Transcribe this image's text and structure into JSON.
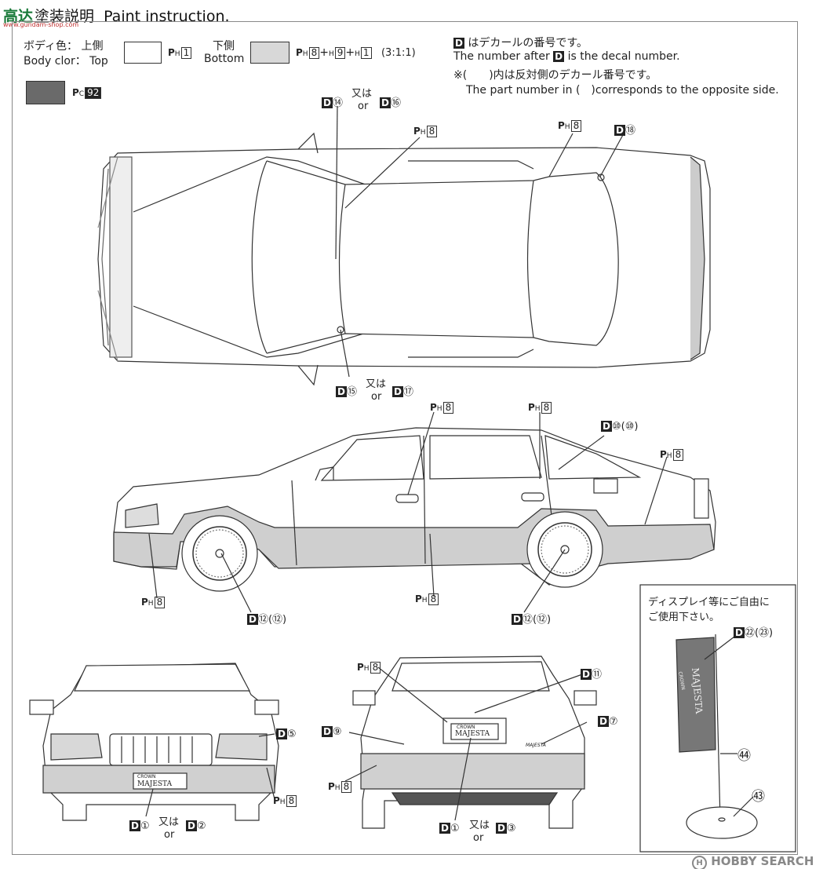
{
  "header": {
    "logo_text": "高达",
    "logo_domain": "www.gundam-shop.com",
    "title_jp": "塗装説明",
    "title_en": "Paint instruction."
  },
  "legend": {
    "body_color_jp": "ボディ色：",
    "top_jp": "上側",
    "body_color_en": "Body clor：",
    "top_en": "Top",
    "top_paint": "1",
    "bottom_jp": "下側",
    "bottom_en": "Bottom",
    "bottom_mix": [
      "8",
      "9",
      "1"
    ],
    "bottom_ratio": "(3:1:1)",
    "dark_paint": "92",
    "swatch_top_color": "#ffffff",
    "swatch_bottom_color": "#d8d8d8",
    "swatch_dark_color": "#6a6a6a"
  },
  "decal_note": {
    "line1": "はデカールの番号です。",
    "line2_a": "The number after",
    "line2_b": "is the decal number.",
    "line3": "※(　　)内は反対側のデカール番号です。",
    "line4": "The part number in (　)corresponds to the opposite side."
  },
  "prefixes": {
    "decal": "D",
    "paint_h": "P",
    "h_sub": "H",
    "c_sub": "C"
  },
  "labels": {
    "top_d14": "⑭",
    "or_jp": "又は",
    "or_en": "or",
    "top_d16": "⑯",
    "top_h8a": "8",
    "top_h8b": "8",
    "top_d18": "⑱",
    "top_d15": "⑮",
    "top_d17": "⑰",
    "side_h8a": "8",
    "side_h8b": "8",
    "side_d10": "⑩(⑩)",
    "side_h8c": "8",
    "side_h8d": "8",
    "side_h8e": "8",
    "side_d12a": "⑫(⑫)",
    "side_d12b": "⑫(⑫)",
    "front_d5": "⑤",
    "front_h8": "8",
    "front_d1": "①",
    "front_d2": "②",
    "rear_h8a": "8",
    "rear_d11": "⑪",
    "rear_d9": "⑨",
    "rear_d7": "⑦",
    "rear_h8b": "8",
    "rear_d1": "①",
    "rear_d3": "③"
  },
  "flag_box": {
    "note_line1": "ディスプレイ等にご自由に",
    "note_line2": "ご使用下さい。",
    "decal": "㉒(㉓)",
    "part_44": "㊹",
    "part_43": "㊸",
    "flag_text_small": "CROWN",
    "flag_text_big": "MAJESTA"
  },
  "plates": {
    "front_small": "CROWN",
    "front_big": "MAJESTA",
    "rear_small": "CROWN",
    "rear_big": "MAJESTA",
    "rear_badge": "MAJESTA"
  },
  "watermark": {
    "icon": "H",
    "text": "HOBBY SEARCH"
  }
}
